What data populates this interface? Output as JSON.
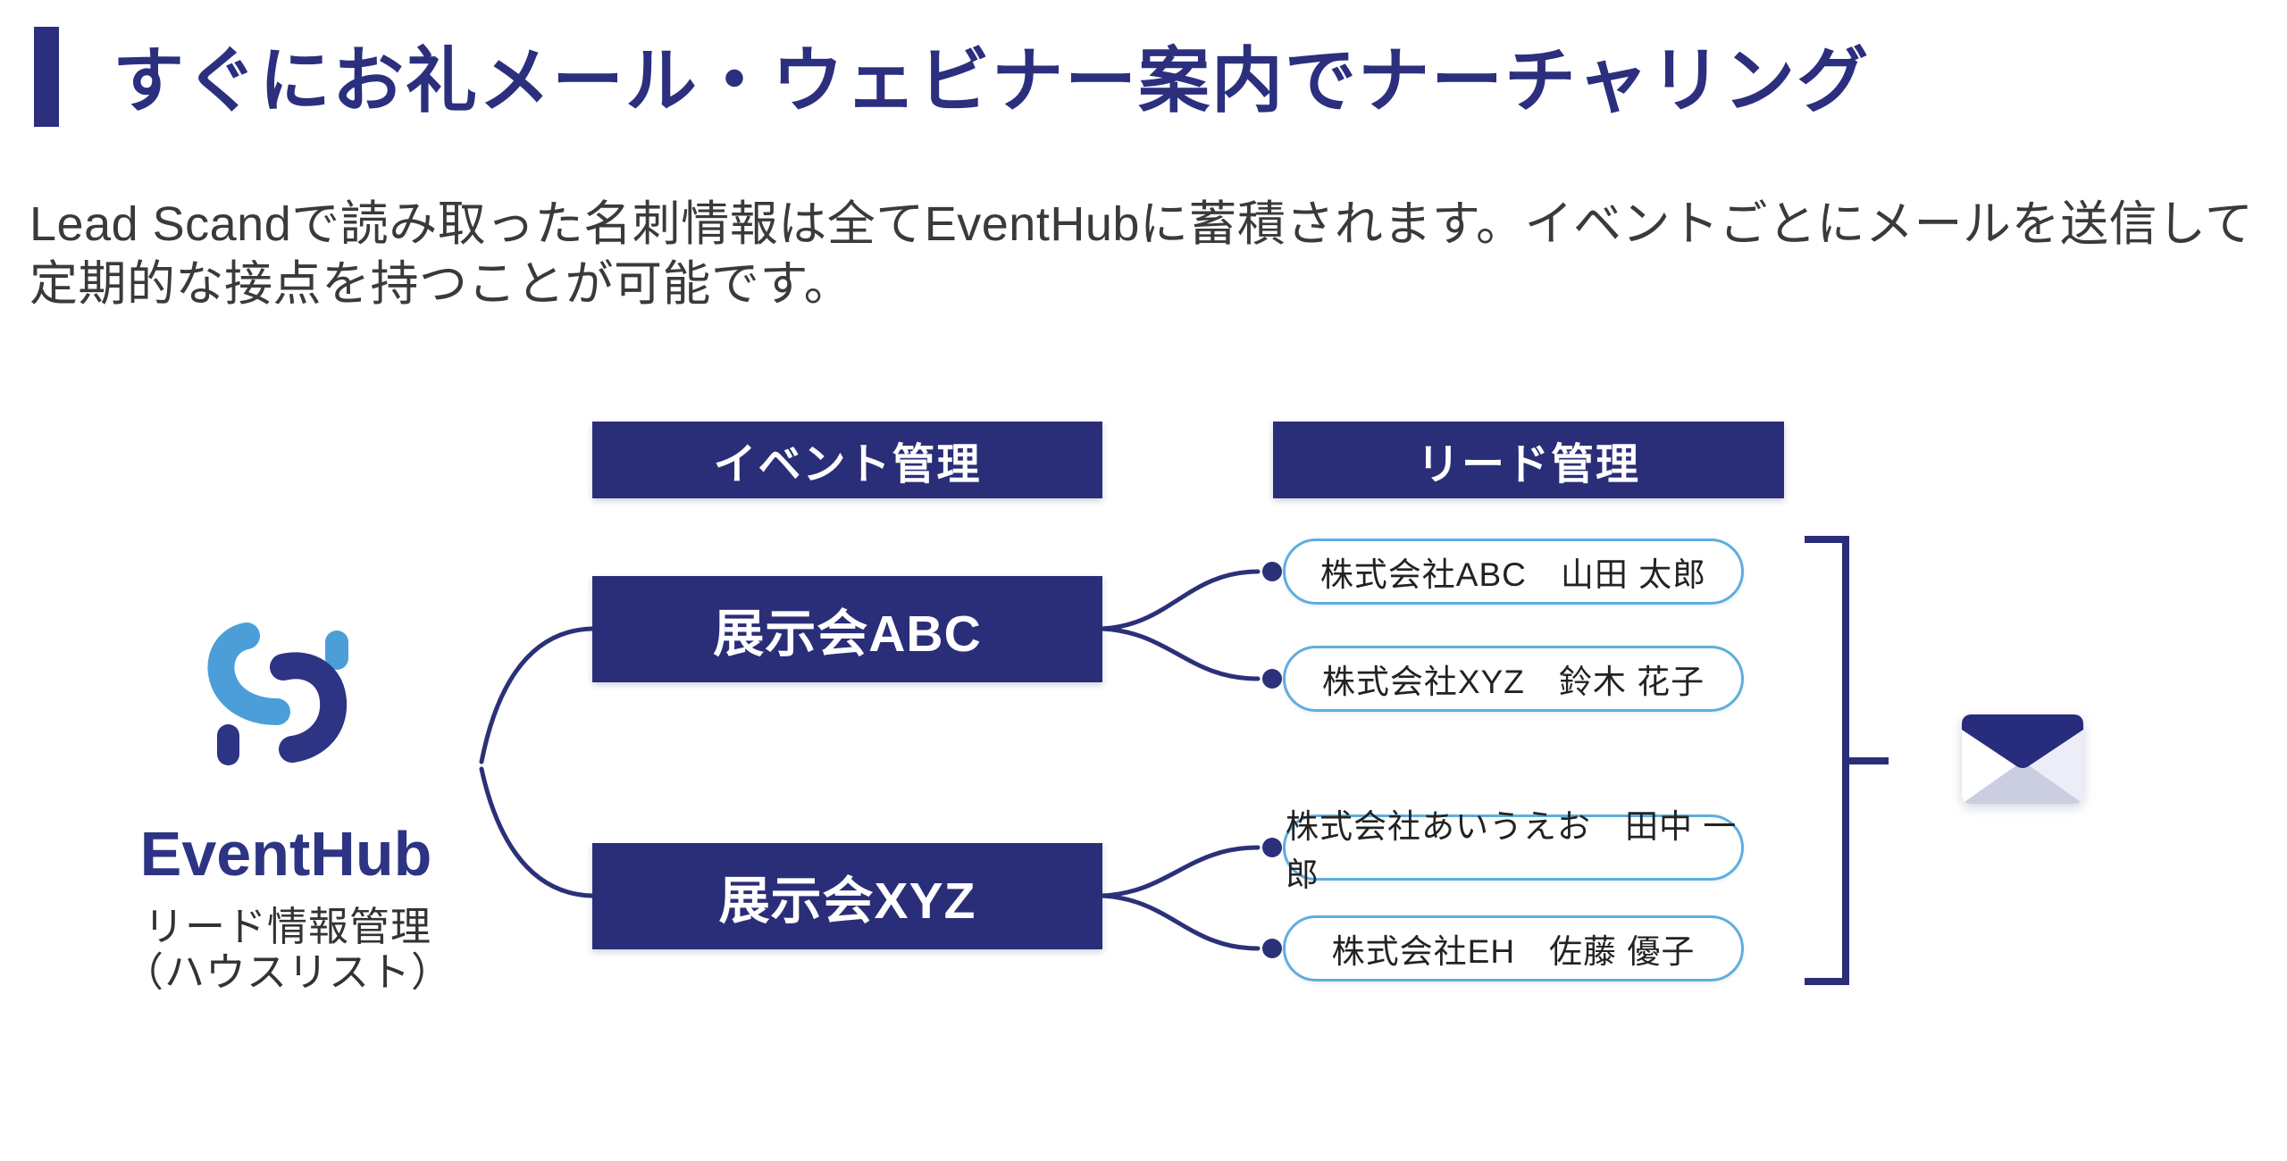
{
  "colors": {
    "navy": "#2A2E78",
    "navy_text": "#2B2F7E",
    "line": "#2B3178",
    "pill_border": "#5FAEDE",
    "logo_blue": "#4C9ED9",
    "logo_navy": "#2D3483",
    "env_flap": "#272C7D",
    "env_right": "#ECEDF6",
    "env_bottom": "#CBCEE0",
    "text_dark": "#3A3A3A"
  },
  "title": {
    "text": "すぐにお礼メール・ウェビナー案内でナーチャリング"
  },
  "intro": {
    "text": "Lead Scandで読み取った名刺情報は全てEventHubに蓄積されます。イベントごとにメールを送信して定期的な接点を持つことが可能です。"
  },
  "diagram": {
    "columns": [
      {
        "label": "イベント管理"
      },
      {
        "label": "リード管理"
      }
    ],
    "source": {
      "logo_text": "EventHub",
      "caption_line1": "リード情報管理",
      "caption_line2": "（ハウスリスト）"
    },
    "events": [
      {
        "label": "展示会ABC",
        "leads": [
          "株式会社ABC　山田 太郎",
          "株式会社XYZ　鈴木 花子"
        ]
      },
      {
        "label": "展示会XYZ",
        "leads": [
          "株式会社あいうえお　田中 一郎",
          "株式会社EH　佐藤 優子"
        ]
      }
    ],
    "icons": {
      "mail": "envelope-icon",
      "logo": "eventhub-logo-mark"
    }
  }
}
